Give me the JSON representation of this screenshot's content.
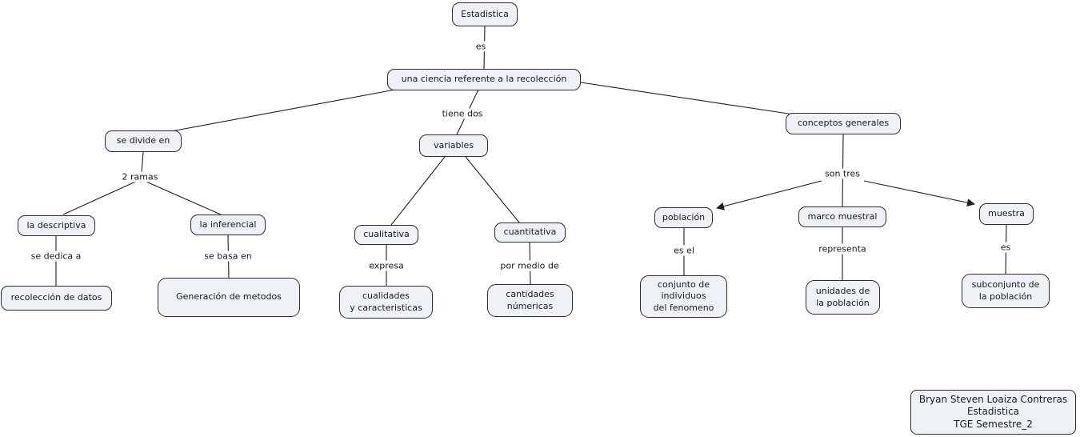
{
  "colors": {
    "background": "#ffffff",
    "node_fill": "#eef2f6",
    "node_border": "#2d2d2d",
    "line": "#1f1f1f",
    "text": "#1a1a1a"
  },
  "nodes": {
    "estadistica": {
      "label": "Estadistica"
    },
    "ciencia": {
      "label": "una ciencia referente a la recolección"
    },
    "divide": {
      "label": "se divide en"
    },
    "variables": {
      "label": "variables"
    },
    "conceptos": {
      "label": "conceptos generales"
    },
    "descriptiva": {
      "label": "la descriptiva"
    },
    "inferencial": {
      "label": "la inferencial"
    },
    "recoleccion": {
      "label": "recolección de datos"
    },
    "generacion": {
      "label": "Generación de metodos"
    },
    "cualitativa": {
      "label": "cualitativa"
    },
    "cuantitativa": {
      "label": "cuantitativa"
    },
    "cualidades": {
      "label": "cualidades\ny caracteristicas"
    },
    "cantidades": {
      "label": "cantidades\nnúmericas"
    },
    "poblacion": {
      "label": "población"
    },
    "marco": {
      "label": "marco muestral"
    },
    "muestra": {
      "label": "muestra"
    },
    "conjunto": {
      "label": "conjunto de\nindividuos\ndel fenomeno"
    },
    "unidades": {
      "label": "unidades de\nla población"
    },
    "subconjunto": {
      "label": "subconjunto de\nla población"
    }
  },
  "link_labels": {
    "es_root": {
      "label": "es"
    },
    "tiene_dos": {
      "label": "tiene dos"
    },
    "dos_ramas": {
      "label": "2 ramas"
    },
    "son_tres": {
      "label": "son tres"
    },
    "se_dedica_a": {
      "label": "se dedica a"
    },
    "se_basa_en": {
      "label": "se basa en"
    },
    "expresa": {
      "label": "expresa"
    },
    "por_medio_de": {
      "label": "por medio de"
    },
    "es_el": {
      "label": "es el"
    },
    "representa": {
      "label": "representa"
    },
    "es_muestra": {
      "label": "es"
    }
  },
  "author_box": {
    "text": "Bryan Steven Loaiza Contreras\nEstadistica\nTGE Semestre_2"
  }
}
